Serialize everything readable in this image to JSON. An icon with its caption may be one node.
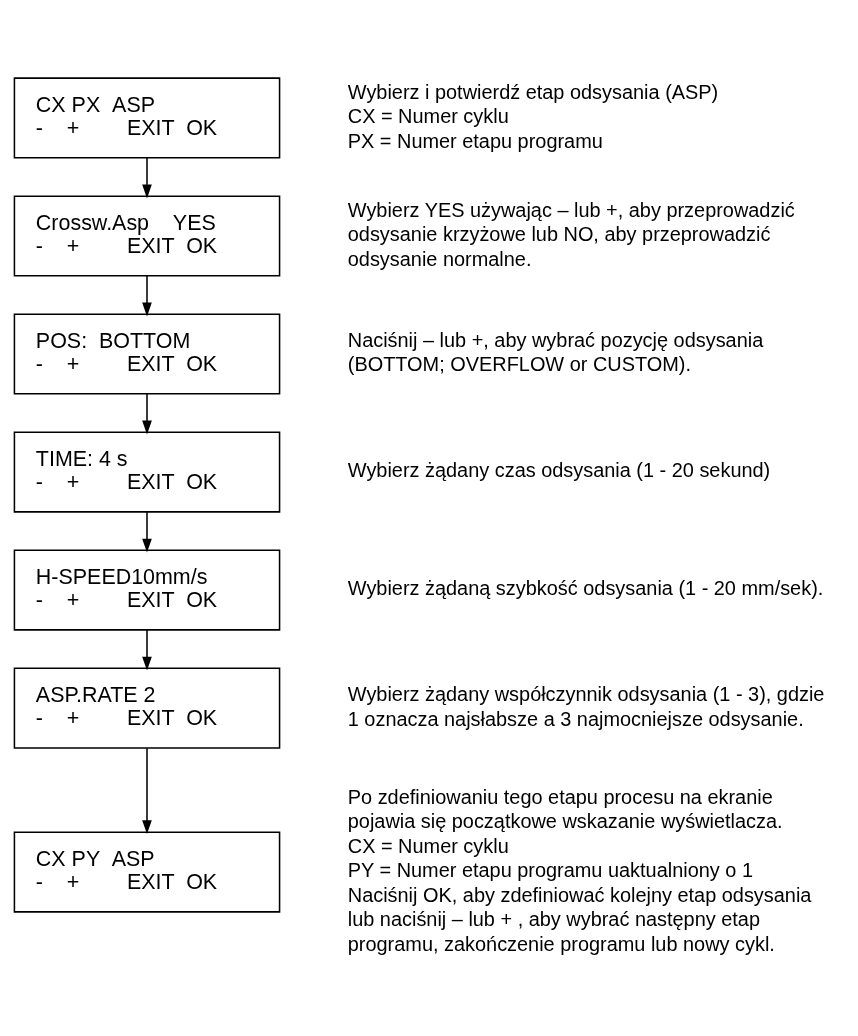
{
  "diagram": {
    "nodes": [
      {
        "text": [
          "CX PX  ASP",
          "-    +        EXIT  OK"
        ],
        "beside": [
          "Wybierz i potwierdź etap odsysania (ASP)",
          "CX = Numer cyklu",
          "PX = Numer etapu programu"
        ]
      },
      {
        "text": [
          "Crossw.Asp    YES",
          "-    +        EXIT  OK"
        ],
        "beside": [
          "Wybierz YES używając – lub +, aby przeprowadzić odsysanie krzyżowe lub NO, aby przeprowadzić odsysanie normalne."
        ]
      },
      {
        "text": [
          "POS:  BOTTOM",
          "-    +        EXIT  OK"
        ],
        "beside": [
          "Naciśnij – lub +, aby wybrać pozycję odsysania (BOTTOM; OVERFLOW or CUSTOM)."
        ]
      },
      {
        "text": [
          "TIME: 4 s",
          "-    +        EXIT  OK"
        ],
        "beside": [
          "Wybierz żądany czas odsysania (1 - 20 sekund)"
        ]
      },
      {
        "text": [
          "H-SPEED10mm/s",
          "-    +        EXIT  OK"
        ],
        "beside": [
          "Wybierz żądaną szybkość odsysania (1 - 20 mm/sek)."
        ]
      },
      {
        "text": [
          "ASP.RATE 2",
          "-    +        EXIT  OK"
        ],
        "beside": [
          "Wybierz żądany współczynnik odsysania (1 - 3), gdzie 1 oznacza najsłabsze a 3 najmocniejsze odsysanie."
        ]
      },
      {
        "text": [
          "CX PY  ASP",
          "-    +        EXIT  OK"
        ],
        "beside": [
          "Po zdefiniowaniu tego etapu procesu na ekranie pojawia się początkowe wskazanie wyświetlacza.",
          "CX = Numer cyklu",
          "PY = Numer etapu programu uaktualniony o 1",
          "Naciśnij OK, aby zdefiniować kolejny etap odsysania lub naciśnij – lub + , aby wybrać następny etap programu, zakończenie programu lub nowy cykl."
        ]
      }
    ],
    "edges": [
      {
        "from": 0,
        "to": 1,
        "arrow": "to"
      },
      {
        "from": 1,
        "to": 2,
        "arrow": "to"
      },
      {
        "from": 2,
        "to": 3,
        "arrow": "to"
      },
      {
        "from": 3,
        "to": 4,
        "arrow": "to"
      },
      {
        "from": 4,
        "to": 5,
        "arrow": "to"
      },
      {
        "from": 5,
        "to": 6,
        "arrow": "to"
      }
    ]
  }
}
